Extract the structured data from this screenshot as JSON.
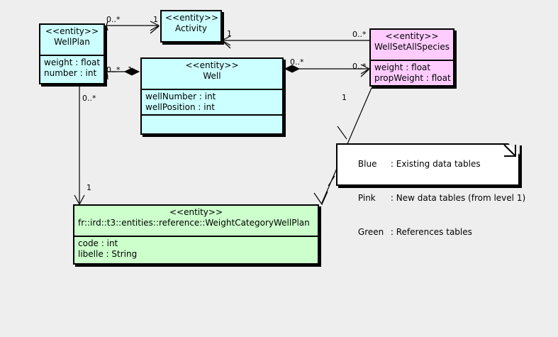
{
  "diagram": {
    "title": "UML class diagram",
    "background_color": "#efeeee",
    "colors": {
      "blue": "#ccffff",
      "pink": "#ffccff",
      "green": "#ccffcc",
      "note": "#ffffff",
      "line": "#000000"
    }
  },
  "classes": [
    {
      "id": "wellplan",
      "color": "blue",
      "stereotype": "<<entity>>",
      "name": "WellPlan",
      "name_align": "center",
      "attributes": [
        "weight : float",
        "number : int"
      ]
    },
    {
      "id": "activity",
      "color": "blue",
      "stereotype": "<<entity>>",
      "name": "Activity",
      "name_align": "center",
      "attributes": []
    },
    {
      "id": "wellsetallspecies",
      "color": "pink",
      "stereotype": "<<entity>>",
      "name": "WellSetAllSpecies",
      "name_align": "center",
      "attributes": [
        "weight : float",
        "propWeight : float"
      ]
    },
    {
      "id": "well",
      "color": "blue",
      "stereotype": "<<entity>>",
      "name": "Well",
      "name_align": "center",
      "attributes": [
        "wellNumber : int",
        "wellPosition : int"
      ],
      "has_empty_compartment": true
    },
    {
      "id": "weightcategorywellplan",
      "color": "green",
      "stereotype": "<<entity>>",
      "name": "fr::ird::t3::entities::reference::WeightCategoryWellPlan",
      "name_align": "left",
      "attributes": [
        "code : int",
        "libelle : String"
      ]
    }
  ],
  "multiplicities": [
    {
      "id": "m1",
      "label": "0..*"
    },
    {
      "id": "m2",
      "label": "1"
    },
    {
      "id": "m3",
      "label": "1"
    },
    {
      "id": "m4",
      "label": "0..*"
    },
    {
      "id": "m5",
      "label": "0..*"
    },
    {
      "id": "m6",
      "label": "1"
    },
    {
      "id": "m7",
      "label": "0..*"
    },
    {
      "id": "m8",
      "label": "0..*"
    },
    {
      "id": "m9",
      "label": "0..*"
    },
    {
      "id": "m10",
      "label": "1"
    },
    {
      "id": "m11",
      "label": "1"
    }
  ],
  "note": {
    "rows": [
      {
        "key": "Blue",
        "sep": ": ",
        "text": "Existing data tables"
      },
      {
        "key": "Pink",
        "sep": ": ",
        "text": "New data tables (from level 1)"
      },
      {
        "key": "Green",
        "sep": ": ",
        "text": "References tables"
      }
    ]
  }
}
